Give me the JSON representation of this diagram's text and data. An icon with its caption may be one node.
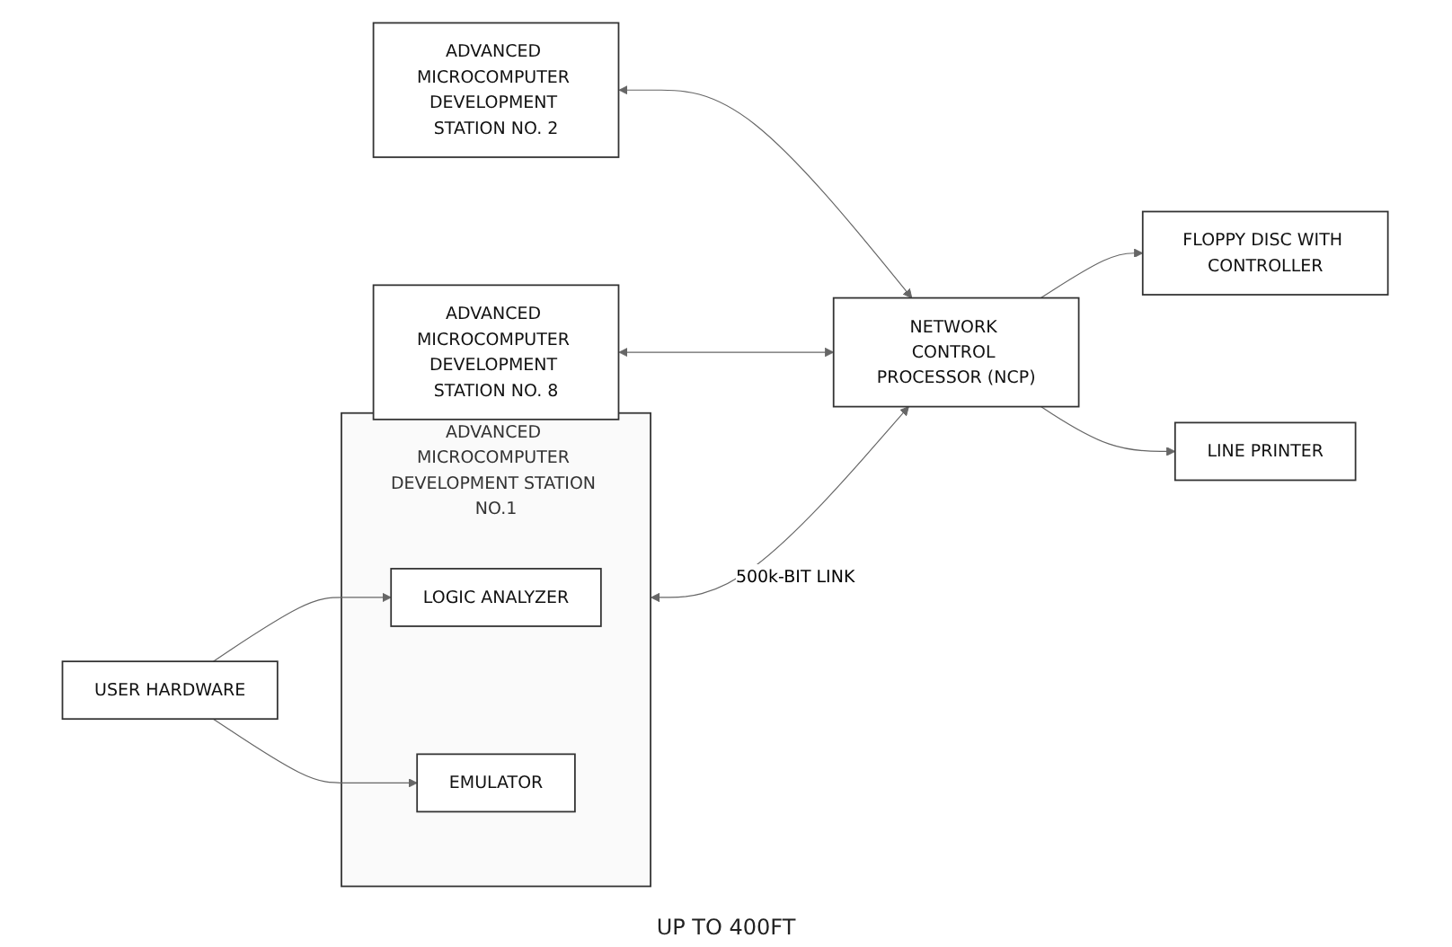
{
  "diagram": {
    "nodes": [
      {
        "text": [
          "USER HARDWARE"
        ]
      },
      {
        "text": [
          "ADVANCED MICROCOMPUTER DEVELOPMENT STATION NO.1"
        ]
      },
      {
        "text": [
          "LOGIC ANALYZER"
        ],
        "in": 1
      },
      {
        "text": [
          "EMULATOR"
        ],
        "in": 1
      },
      {
        "text": [
          "ADVANCED MICROCOMPUTER DEVELOPMENT STATION NO. 2"
        ]
      },
      {
        "text": [
          "ADVANCED MICROCOMPUTER DEVELOPMENT STATION NO. 8"
        ]
      },
      {
        "text": [
          "NETWORK CONTROL PROCESSOR (NCP)"
        ]
      },
      {
        "text": [
          "FLOPPY DISC WITH CONTROLLER"
        ]
      },
      {
        "text": [
          "LINE PRINTER"
        ]
      }
    ],
    "edges": [
      {
        "from": 0,
        "to": 2,
        "arrow": "to"
      },
      {
        "from": 0,
        "to": 3,
        "arrow": "to"
      },
      {
        "from": 1,
        "to": 6,
        "arrow": "both",
        "label": "500k-BIT LINK"
      },
      {
        "from": 4,
        "to": 6,
        "arrow": "both"
      },
      {
        "from": 5,
        "to": 6,
        "arrow": "both"
      },
      {
        "from": 6,
        "to": 7,
        "arrow": "to"
      },
      {
        "from": 6,
        "to": 8,
        "arrow": "to"
      }
    ],
    "labels": [
      "UP TO 400FT"
    ]
  }
}
